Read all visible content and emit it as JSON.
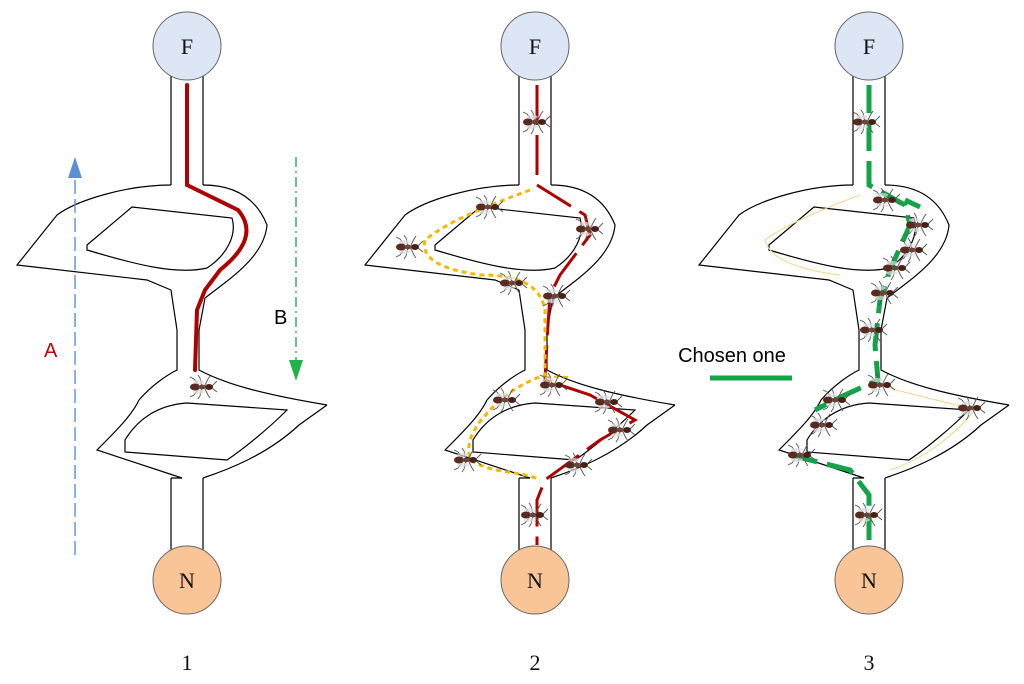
{
  "colors": {
    "food_node": "#dde6f4",
    "nest_node": "#f9c597",
    "path_red": "#b00000",
    "path_yellow": "#f5b800",
    "path_green": "#15a34a",
    "arrow_a": "#5b8fd6",
    "arrow_b": "#22b14c",
    "label_a": "#c0000b"
  },
  "nodes": {
    "food": "F",
    "nest": "N"
  },
  "panels": [
    {
      "label": "1"
    },
    {
      "label": "2"
    },
    {
      "label": "3"
    }
  ],
  "arrows": {
    "a_label": "A",
    "b_label": "B"
  },
  "legend": {
    "chosen_label": "Chosen one"
  },
  "icons": {
    "ant": "ant-icon"
  }
}
